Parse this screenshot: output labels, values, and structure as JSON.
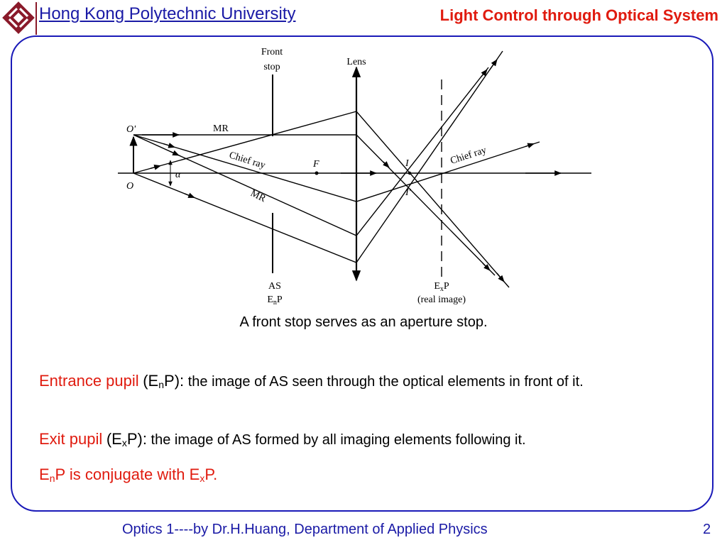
{
  "header": {
    "university": "Hong Kong Polytechnic University",
    "title": "Light Control through Optical System"
  },
  "diagram": {
    "front_stop_line1": "Front",
    "front_stop_line2": "stop",
    "lens": "Lens",
    "o_prime": "O'",
    "o": "O",
    "mr_top": "MR",
    "mr_bottom": "MR",
    "chief_ray_left": "Chief ray",
    "chief_ray_right": "Chief ray",
    "f": "F",
    "alpha": "α",
    "i": "I",
    "i_prime": "I'",
    "as": "AS",
    "enp_e": "E",
    "enp_n": "n",
    "enp_p": "P",
    "exp_e": "E",
    "exp_x": "x",
    "exp_p": "P",
    "real_image": "(real image)"
  },
  "caption": "A front stop serves as an aperture stop.",
  "entrance": {
    "label": "Entrance pupil",
    "open": "(E",
    "sub": "n",
    "close": "P):",
    "text": "the image of AS seen through the optical elements in front of it."
  },
  "exit": {
    "label": "Exit pupil",
    "open": "(E",
    "sub": "x",
    "close": "P):",
    "text": "the image of AS formed by all imaging elements following it."
  },
  "conjugate": {
    "e1": "E",
    "s1": "n",
    "mid": "P is conjugate with E",
    "s2": "x",
    "end": "P."
  },
  "footer": {
    "text": "Optics 1----by Dr.H.Huang, Department of Applied Physics",
    "page": "2"
  }
}
